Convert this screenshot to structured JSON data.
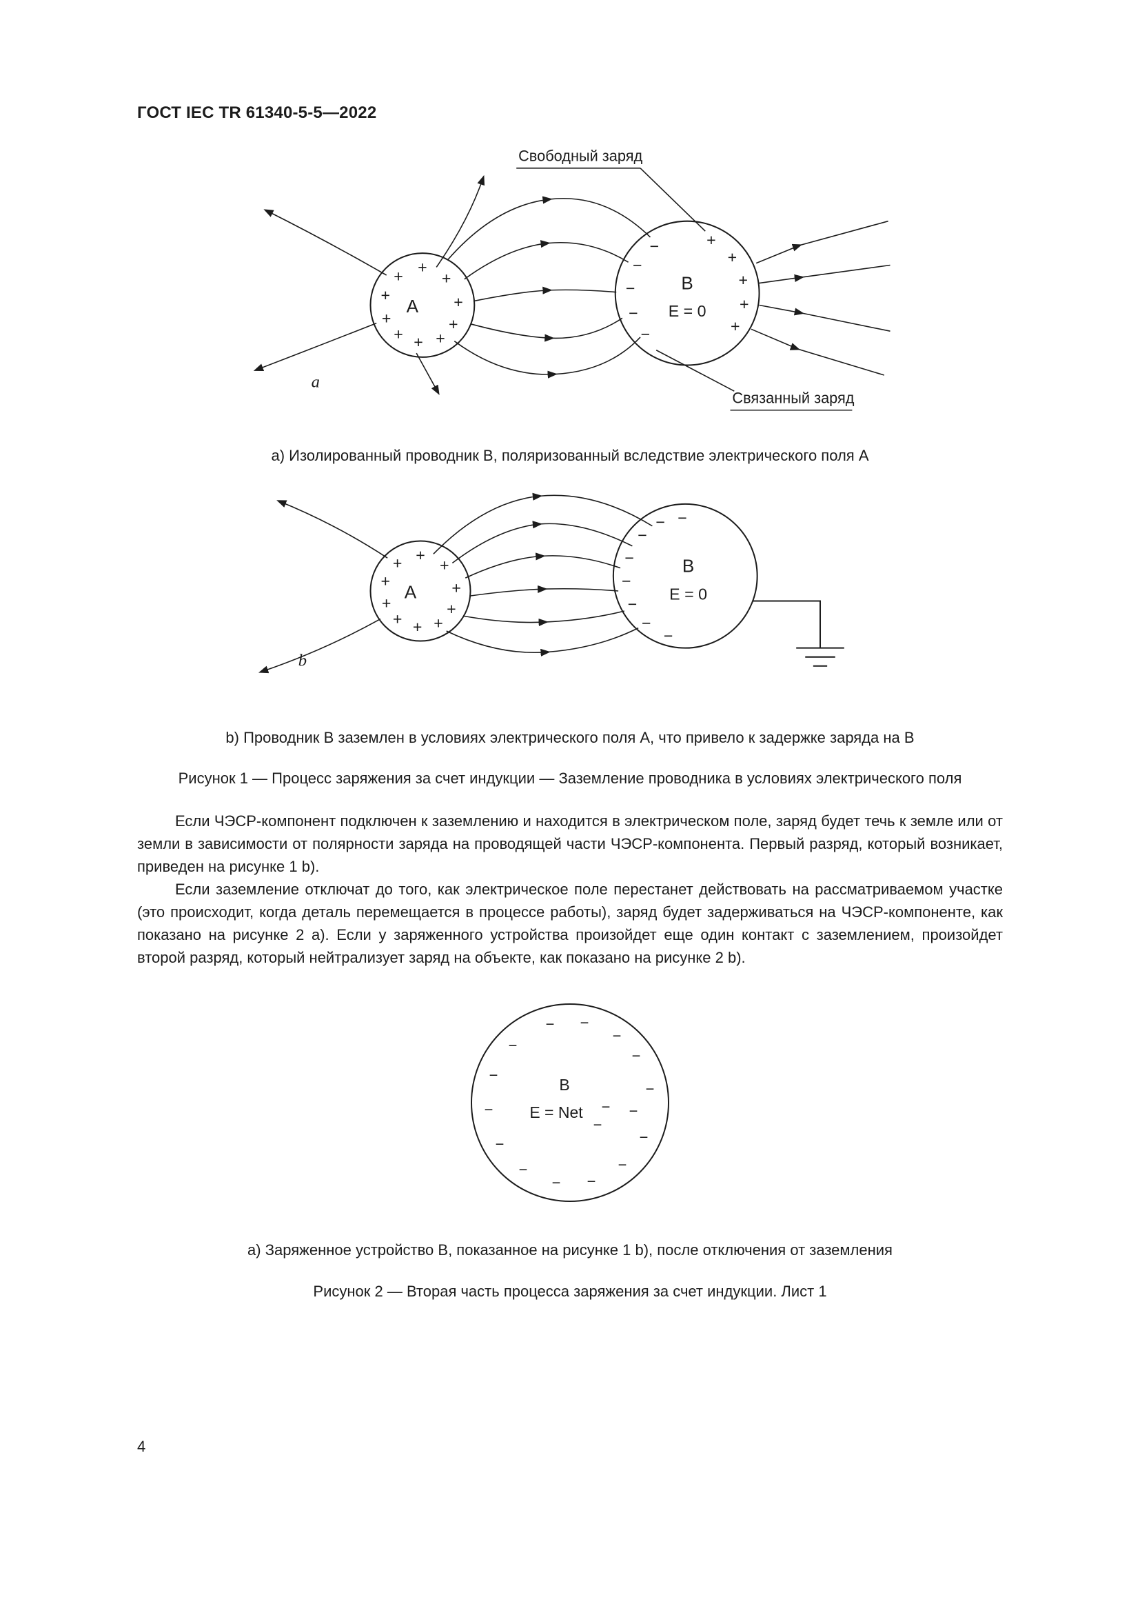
{
  "symbols": {
    "plus": "+",
    "minus": "−"
  },
  "header": {
    "title": "ГОСТ IEC TR 61340-5-5—2022"
  },
  "figure1a": {
    "free_charge_label": "Свободный заряд",
    "bound_charge_label": "Связанный заряд",
    "circle_a_label": "A",
    "circle_b_label": "B",
    "field_label": "E = 0",
    "sub_label": "a",
    "caption": "a) Изолированный проводник B, поляризованный вследствие электрического поля A"
  },
  "figure1b": {
    "circle_a_label": "A",
    "circle_b_label": "B",
    "field_label": "E = 0",
    "sub_label": "b",
    "caption": "b) Проводник B заземлен в условиях электрического поля A, что привело к задержке заряда на B"
  },
  "figure1": {
    "title": "Рисунок 1 — Процесс заряжения за счет индукции — Заземление проводника в условиях электрического поля"
  },
  "body": {
    "paragraph1": "Если ЧЭСР-компонент подключен к заземлению и находится в электрическом поле, заряд будет течь к земле или от земли в зависимости от полярности заряда на проводящей части ЧЭСР-компонента. Первый разряд, который возникает, приведен на рисунке 1 b).",
    "paragraph2": "Если заземление отключат до того, как электрическое поле перестанет действовать на рассматриваемом участке (это происходит, когда деталь перемещается в процессе работы), заряд будет задерживаться на ЧЭСР-компоненте, как показано на рисунке 2 a). Если у заряженного устройства произойдет еще один контакт с заземлением, произойдет второй разряд, который нейтрализует заряд на объекте, как показано на рисунке 2 b)."
  },
  "figure2a": {
    "circle_b_label": "B",
    "field_label": "E = Net",
    "caption": "a) Заряженное устройство B, показанное на рисунке 1 b), после отключения от заземления"
  },
  "figure2": {
    "title": "Рисунок 2 — Вторая часть процесса заряжения за счет индукции. Лист 1"
  },
  "footer": {
    "page_number": "4"
  }
}
